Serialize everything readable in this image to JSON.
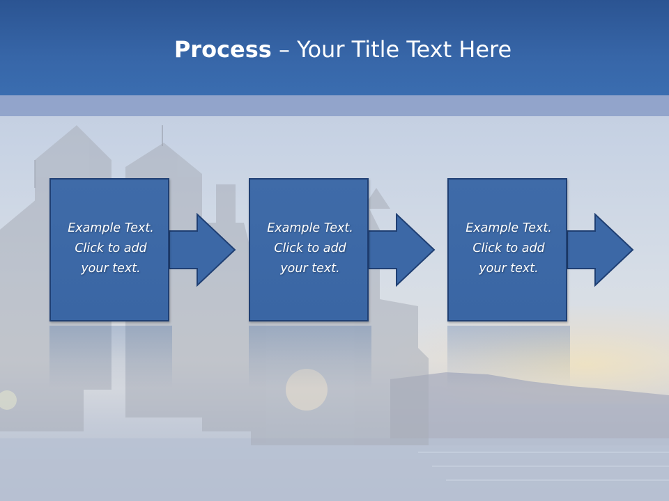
{
  "slide": {
    "title_bold": "Process",
    "title_rest": " – Your Title Text Here",
    "steps": [
      {
        "line1": "Example Text.",
        "line2": "Click  to add",
        "line3": "your text."
      },
      {
        "line1": "Example Text.",
        "line2": "Click  to add",
        "line3": "your text."
      },
      {
        "line1": "Example Text.",
        "line2": "Click  to add",
        "line3": "your text."
      }
    ]
  },
  "colors": {
    "header": "#3766a8",
    "box_fill": "#3c68a6",
    "box_border": "#1f3f73",
    "text": "#ffffff"
  },
  "icons": [
    "right-arrow-icon"
  ]
}
